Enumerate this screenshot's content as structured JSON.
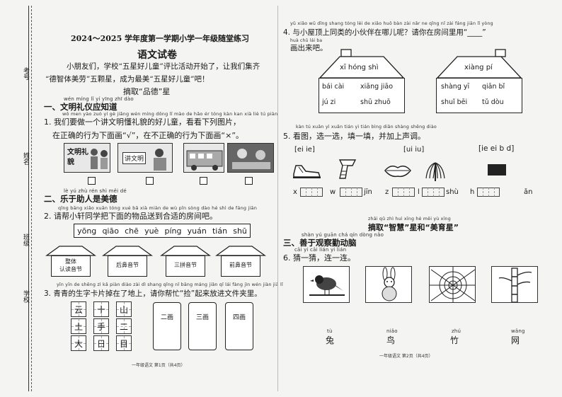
{
  "side_labels": {
    "exam_no": "考号",
    "name": "姓名",
    "class": "班级",
    "school": "学校"
  },
  "header": {
    "title": "2024～2025 学年度第一学期小学一年级随堂练习",
    "subject": "语文试卷",
    "intro_line1": "小朋友们，学校“五星好儿童”评比活动开始了，让我们集齐",
    "intro_line2": "“德智体美劳”五颗星，成为最美“五星好儿童”吧！",
    "star1": "摘取“品德”星"
  },
  "sec1": {
    "heading": "一、文明礼仪应知道",
    "heading_py": "wén míng lǐ yí yīng zhī dào",
    "q1_py": "wǒ men yào zuò yí gè jiǎng wén míng dǒng lǐ mào de hǎo ér tóng kàn kan xià liè tú piàn",
    "q1_line1": "1. 我们要做一个讲文明懂礼貌的好儿童，看看下列图片，",
    "q1_line2": "在正确的行为下面画“√”，在不正确的行为下面画“×”。",
    "pic1_text": "文明礼貌",
    "pic2_text": "讲文明"
  },
  "sec2": {
    "heading": "二、乐于助人是美德",
    "heading_py": "lè yú zhù rén shì měi dé",
    "q2_py": "qǐng bāng xiǎo xuān tóng xué bǎ xià miàn de wù pǐn sòng dào hé shì de fáng jiān",
    "q2": "2. 请帮小轩同学把下面的物品送到合适的房间吧。",
    "words": [
      "yōng",
      "qiāo",
      "chē",
      "yuè",
      "píng",
      "yuán",
      "tián",
      "shū"
    ],
    "rooms": [
      {
        "top": "整体",
        "bottom": "认读音节"
      },
      {
        "top": "",
        "bottom": "后鼻音节"
      },
      {
        "top": "",
        "bottom": "三拼音节"
      },
      {
        "top": "",
        "bottom": "前鼻音节"
      }
    ],
    "q3_py": "yīn yīn de shēng zì kǎ piàn diào zài dì shang qǐng nǐ bāng máng jiǎn qǐ lái fàng jìn wén jiàn jiā lǐ",
    "q3": "3. 青青的生字卡片掉在了地上，请你帮忙“捡”起来放进文件夹里。",
    "cards": [
      "云",
      "十",
      "山",
      "土",
      "手",
      "二",
      "大",
      "日",
      "目"
    ],
    "folders": [
      "二画",
      "三画",
      "四画"
    ],
    "footer": "一年级语文 第1页（共4页）"
  },
  "q4": {
    "py": "yǔ xiǎo wū dǐng shang tóng lèi de xiǎo huǒ bàn zài nǎr ne qǐng nǐ zài fáng jiān lǐ yòng",
    "line1": "4. 与小屋顶上同类的小伙伴在哪儿呢？请你在房间里用“____”",
    "line2_py": "huà chū lái ba",
    "line2": "画出来吧。",
    "house1": {
      "roof": "xī hóng shì",
      "words": [
        "bái cài",
        "xiāng jiāo",
        "jú zi",
        "shū zhuō"
      ]
    },
    "house2": {
      "roof": "xiàng pí",
      "words": [
        "shàng yī",
        "qiān bǐ",
        "shuǐ bēi",
        "tǔ dòu"
      ]
    }
  },
  "q5": {
    "py": "kàn tú xuǎn yì xuǎn tián yì tián bìng diǎn shàng shēng diào",
    "line": "5. 看图，选一选，填一填，并加上声调。",
    "groups": [
      "[ei  ie]",
      "[ui  iu]",
      "[ie ei b d]"
    ],
    "fills": [
      "x",
      "w",
      "jīn",
      "z",
      "l",
      "shù",
      "h",
      "ǎn"
    ]
  },
  "star2": {
    "text": "摘取“智慧”星和“美育星”",
    "py": "zhāi qǔ zhì huì xīng hé měi yù xīng"
  },
  "sec3": {
    "heading": "三、善于观察勤动脑",
    "heading_py": "shàn yú guān chá qín dòng nǎo",
    "q6_py": "cāi yi cāi lián yi lián",
    "q6": "6. 猜一猜，连一连。",
    "words": [
      "兔",
      "鸟",
      "竹",
      "网"
    ],
    "words_py": [
      "tù",
      "niǎo",
      "zhú",
      "wǎng"
    ],
    "footer": "一年级语文 第2页（共4页）"
  }
}
